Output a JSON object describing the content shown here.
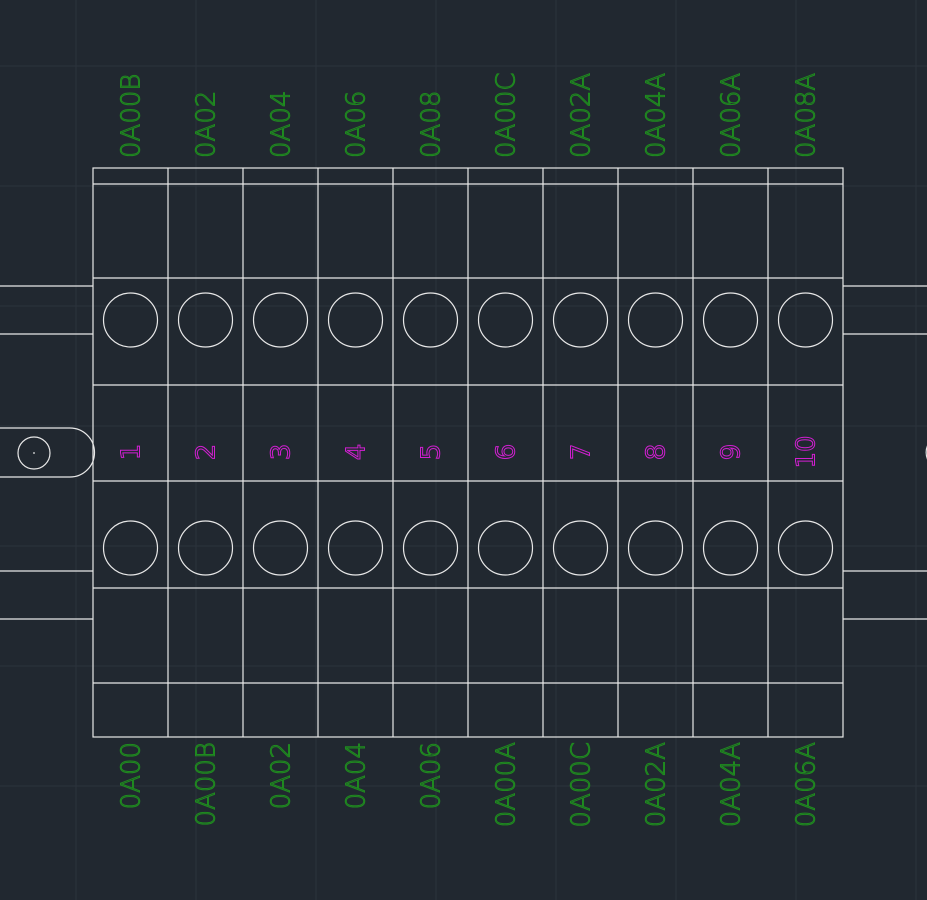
{
  "terminal_block": {
    "top_labels": [
      "0A00B",
      "0A02",
      "0A04",
      "0A06",
      "0A08",
      "0A00C",
      "0A02A",
      "0A04A",
      "0A06A",
      "0A08A"
    ],
    "bottom_labels": [
      "0A00",
      "0A00B",
      "0A02",
      "0A04",
      "0A06",
      "0A00A",
      "0A00C",
      "0A02A",
      "0A04A",
      "0A06A"
    ],
    "terminal_numbers": [
      "1",
      "2",
      "3",
      "4",
      "5",
      "6",
      "7",
      "8",
      "9",
      "10"
    ]
  },
  "colors": {
    "background": "#212830",
    "lines": "#e8e8e8",
    "wire_labels": "#1f8b1f",
    "terminal_numbers": "#d21fd2"
  }
}
